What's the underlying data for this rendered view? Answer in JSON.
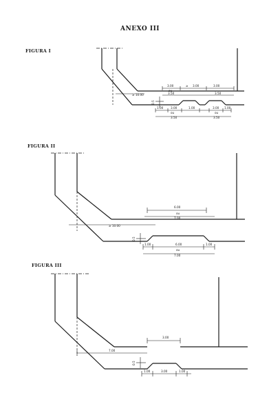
{
  "title": "ANEXO III",
  "figures": [
    {
      "label": "FIGURA I",
      "dims": {
        "d1": "3.00",
        "sym": "≥",
        "d2": "3.00",
        "d3": "3.00",
        "ou": "ou",
        "w1": "3.50",
        "w2": "3.50",
        "diag": "≥ 10.00",
        "v": "0.5",
        "b1": "1.00",
        "b2": "3.00",
        "b3": "1.00",
        "b4": "3.00",
        "b5": "1.00",
        "ou2": "ou",
        "ou3": "ou",
        "w3": "3.50",
        "w4": "3.50"
      }
    },
    {
      "label": "FIGURA II",
      "dims": {
        "top": "6.00",
        "ou": "ou",
        "topw": "7.00",
        "diag": "≥ 10.00",
        "v": "0.5",
        "b1": "1.00",
        "b2": "6.00",
        "b3": "1.00",
        "ou2": "ou",
        "botw": "7.00"
      }
    },
    {
      "label": "FIGURA III",
      "dims": {
        "top": "3.00",
        "left": "7.00",
        "v": "0.5",
        "b1": "1.00",
        "b2": "3.00",
        "b3": "1.00"
      }
    }
  ]
}
